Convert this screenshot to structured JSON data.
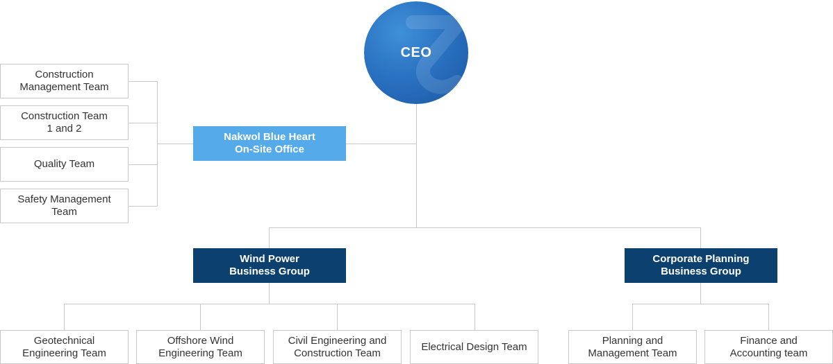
{
  "ceo": {
    "label": "CEO"
  },
  "onsite_office": {
    "label": "Nakwol Blue Heart\nOn-Site Office",
    "teams": [
      "Construction\nManagement Team",
      "Construction Team\n1 and 2",
      "Quality Team",
      "Safety Management\nTeam"
    ]
  },
  "wind_power_group": {
    "label": "Wind Power\nBusiness Group",
    "teams": [
      "Geotechnical\nEngineering Team",
      "Offshore Wind\nEngineering Team",
      "Civil Engineering and\nConstruction Team",
      "Electrical Design Team"
    ]
  },
  "corporate_planning_group": {
    "label": "Corporate Planning\nBusiness Group",
    "teams": [
      "Planning and\nManagement Team",
      "Finance and\nAccounting team"
    ]
  },
  "colors": {
    "ceo_circle": "#2a73c2",
    "onsite_office": "#55aaea",
    "business_group": "#0c406f",
    "team_border": "#c8c8c8",
    "connector": "#c8c8c8"
  }
}
